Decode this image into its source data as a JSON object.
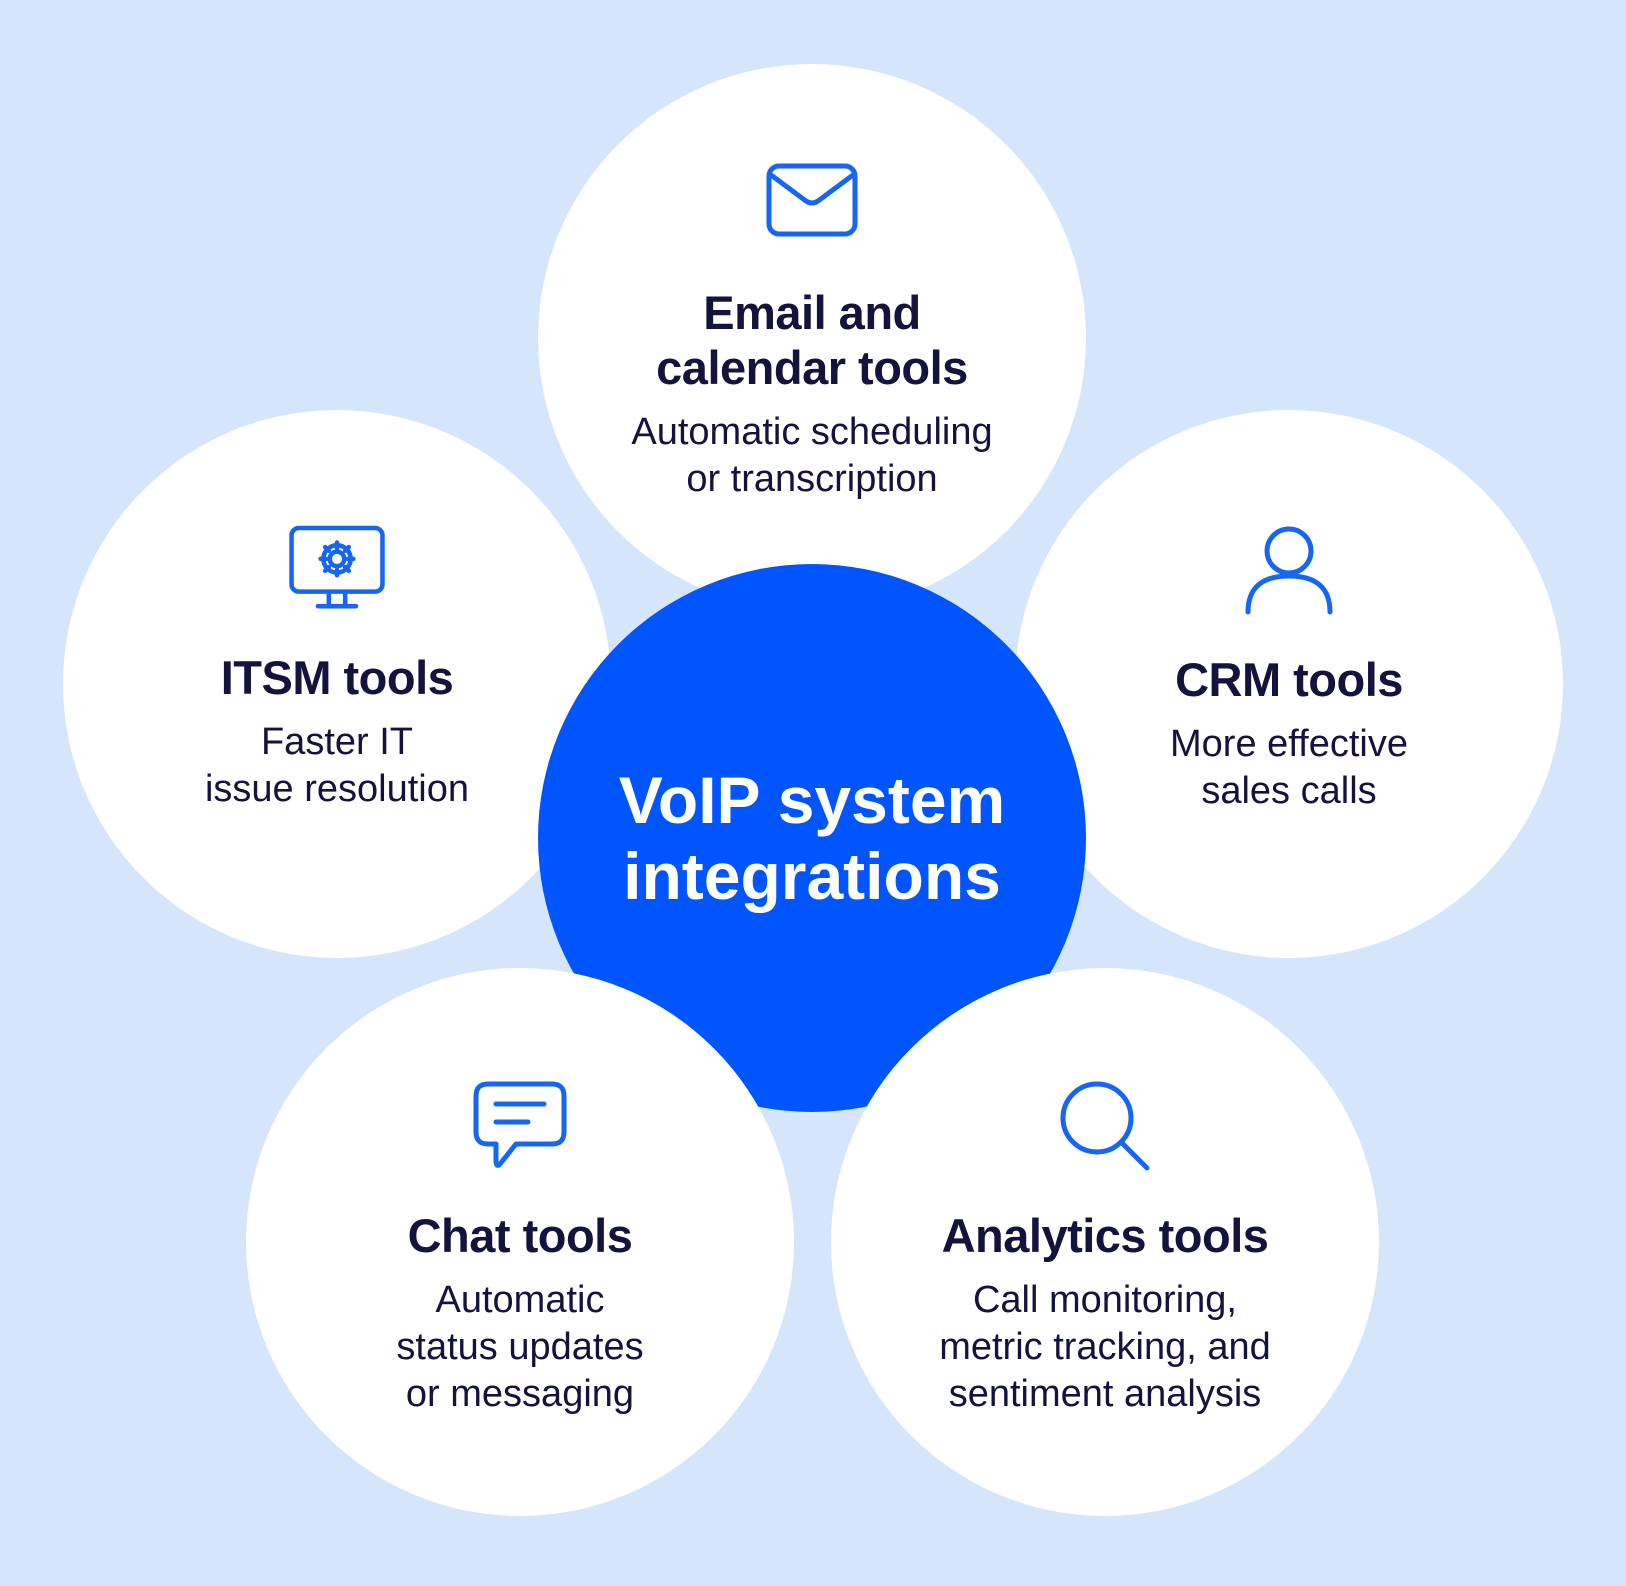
{
  "center": {
    "title": "VoIP system\nintegrations"
  },
  "items": [
    {
      "icon": "envelope-icon",
      "title": "Email and\ncalendar tools",
      "desc": "Automatic scheduling\nor transcription"
    },
    {
      "icon": "monitor-gear-icon",
      "title": "ITSM tools",
      "desc": "Faster IT\nissue resolution"
    },
    {
      "icon": "user-icon",
      "title": "CRM tools",
      "desc": "More effective\nsales calls"
    },
    {
      "icon": "chat-bubble-icon",
      "title": "Chat tools",
      "desc": "Automatic\nstatus updates\nor messaging"
    },
    {
      "icon": "magnifier-icon",
      "title": "Analytics tools",
      "desc": "Call monitoring,\nmetric tracking, and\nsentiment analysis"
    }
  ],
  "colors": {
    "background": "#d5e5fb",
    "accent": "#0055ff",
    "text": "#14133d",
    "icon": "#1766f2"
  }
}
